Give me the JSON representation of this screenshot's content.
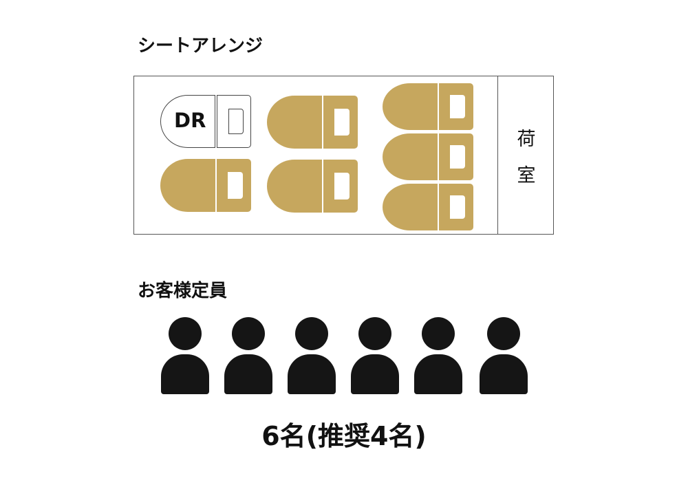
{
  "seat_section": {
    "title": "シートアレンジ",
    "driver_label": "DR",
    "luggage_label": [
      "荷",
      "室"
    ],
    "seat_color": "#c6a75e"
  },
  "capacity_section": {
    "title": "お客様定員",
    "person_count": 6,
    "caption": "6名(推奨4名)"
  }
}
